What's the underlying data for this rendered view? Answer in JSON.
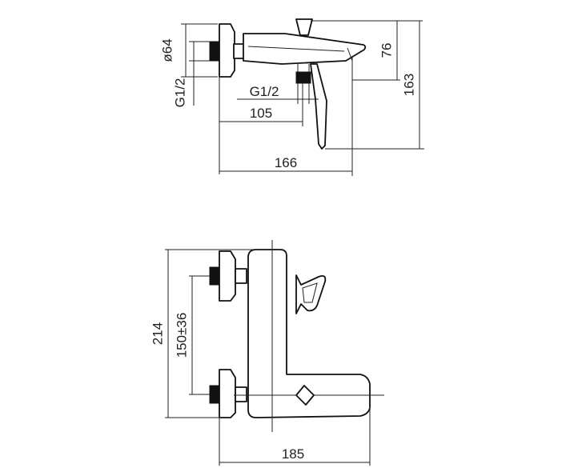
{
  "dimensions": {
    "top": {
      "diameter": "ø64",
      "thread_left": "G1/2",
      "thread_center": "G1/2",
      "depth_105": "105",
      "depth_166": "166",
      "height_76": "76",
      "height_163": "163"
    },
    "bottom": {
      "height_214": "214",
      "spacing": "150±36",
      "width_185": "185"
    }
  }
}
